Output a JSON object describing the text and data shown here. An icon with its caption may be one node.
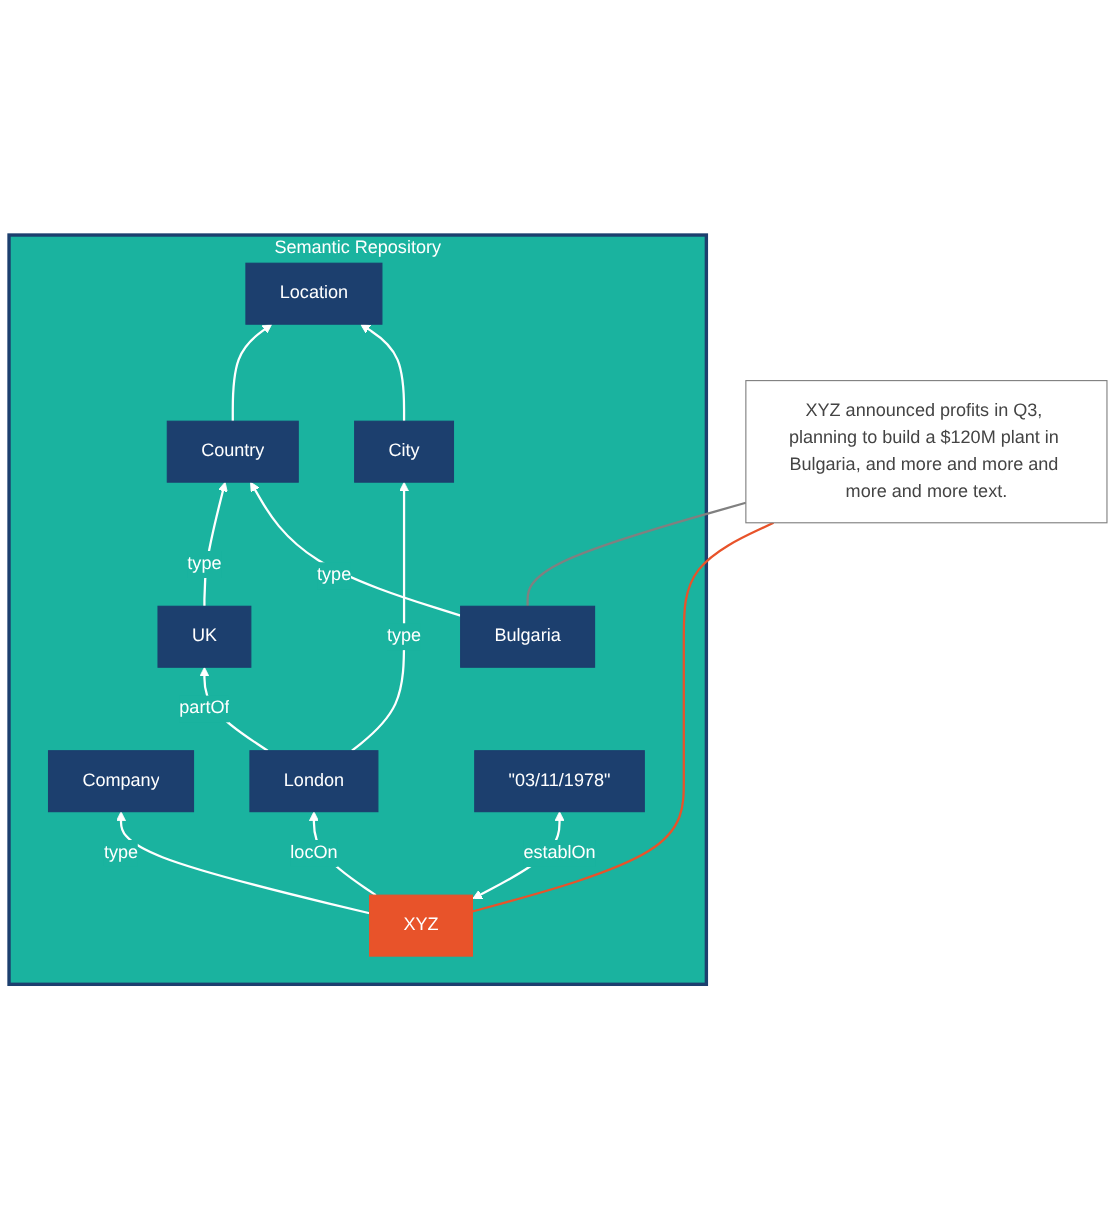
{
  "diagram": {
    "nodes": [
      {
        "text": [
          "XYZ announced profits in Q3, planning to build a $120M plant in Bulgaria, and more and more and more and more text."
        ]
      },
      {
        "text": [
          "Semantic Repository"
        ]
      },
      {
        "text": [
          "Company"
        ],
        "in": 1
      },
      {
        "text": [
          "Location"
        ],
        "in": 1
      },
      {
        "text": [
          "City"
        ],
        "in": 1
      },
      {
        "text": [
          "Country"
        ],
        "in": 1
      },
      {
        "text": [
          "XYZ"
        ],
        "in": 1
      },
      {
        "text": [
          "London"
        ],
        "in": 1
      },
      {
        "text": [
          "Bulgaria"
        ],
        "in": 1
      },
      {
        "text": [
          "\"03/11/1978\""
        ],
        "in": 1
      },
      {
        "text": [
          "UK"
        ],
        "in": 1
      }
    ],
    "edges": [
      {
        "from": 6,
        "to": 2,
        "arrow": "to",
        "label": "type"
      },
      {
        "from": 4,
        "to": 3,
        "arrow": "to"
      },
      {
        "from": 5,
        "to": 3,
        "arrow": "to"
      },
      {
        "from": 7,
        "to": 4,
        "arrow": "to",
        "label": "type"
      },
      {
        "from": 8,
        "to": 5,
        "arrow": "to",
        "label": "type"
      },
      {
        "from": 6,
        "to": 7,
        "arrow": "to",
        "label": "locOn"
      },
      {
        "from": 6,
        "to": 9,
        "arrow": "both",
        "label": "establOn"
      },
      {
        "from": 7,
        "to": 10,
        "arrow": "to",
        "label": "partOf"
      },
      {
        "from": 10,
        "to": 5,
        "arrow": "to",
        "label": "type"
      },
      {
        "from": 6,
        "to": 0,
        "arrow": "none",
        "color": "#e8532a"
      },
      {
        "from": 8,
        "to": 0,
        "arrow": "none",
        "color": "#808080"
      }
    ]
  }
}
